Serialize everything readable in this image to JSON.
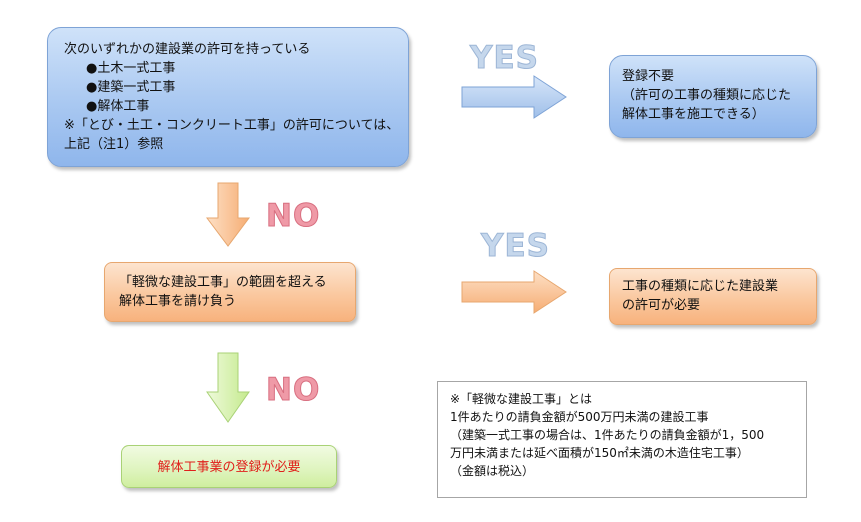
{
  "start_box": {
    "line1": "次のいずれかの建設業の許可を持っている",
    "bullet1": "●土木一式工事",
    "bullet2": "●建築一式工事",
    "bullet3": "●解体工事",
    "note1": "※「とび・土工・コンクリート工事」の許可については、",
    "note2": "上記（注1）参照"
  },
  "yes1": "YES",
  "result1": {
    "line1": "登録不要",
    "line2": "（許可の工事の種類に応じた",
    "line3": "解体工事を施工できる）"
  },
  "no1": "NO",
  "question2": {
    "line1": "「軽微な建設工事」の範囲を超える",
    "line2": "解体工事を請け負う"
  },
  "yes2": "YES",
  "result2": {
    "line1": "工事の種類に応じた建設業",
    "line2": "の許可が必要"
  },
  "no2": "NO",
  "result3": "解体工事業の登録が必要",
  "footnote": {
    "line1": "※「軽微な建設工事」とは",
    "line2": "1件あたりの請負金額が500万円未満の建設工事",
    "line3": "（建築一式工事の場合は、1件あたりの請負金額が1，500",
    "line4": "万円未満または延べ面積が150㎡未満の木造住宅工事）",
    "line5": "（金額は税込）"
  },
  "colors": {
    "blue_box": "#a9c8f1",
    "orange_box": "#fac89f",
    "green_box": "#def4bd",
    "yes_text": "#c5d7ec",
    "no_text": "#ef9aa7",
    "result3_text": "#e0201b"
  }
}
